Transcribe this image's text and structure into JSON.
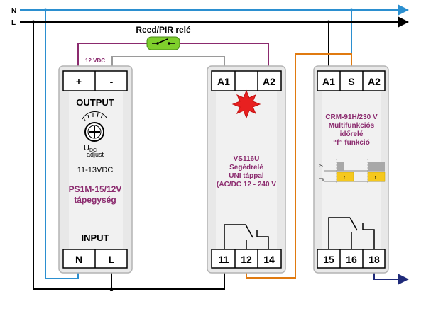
{
  "lines": {
    "neutral": "N",
    "live": "L"
  },
  "colors": {
    "blue_wire": "#2b8fd0",
    "black_wire": "#000000",
    "gray_wire": "#9a9a9a",
    "purple_wire": "#8b2a6e",
    "orange_wire": "#e07a10",
    "dark_blue_wire": "#1f2a7a",
    "module_fill": "#e9e9e9",
    "led": "#e82020",
    "switch_green": "#7fcf2c",
    "label_purple": "#8b2a6e"
  },
  "reed": {
    "label": "Reed/PIR relé"
  },
  "supply_voltage_label": "12 VDC",
  "psu": {
    "terminals_top": [
      "+",
      "-"
    ],
    "output_label": "OUTPUT",
    "adjust_u": "U",
    "adjust_sub": "DC",
    "adjust_word": "adjust",
    "voltage_range": "11-13VDC",
    "model": "PS1M-15/12V",
    "type": "tápegység",
    "input_label": "INPUT",
    "terminals_bottom": [
      "N",
      "L"
    ]
  },
  "vs": {
    "terminals_top": [
      "A1",
      "",
      "A2"
    ],
    "model": "VS116U",
    "line1": "Segédrelé",
    "line2": "UNI táppal",
    "line3": "(AC/DC 12 - 240 V",
    "terminals_bottom": [
      "11",
      "12",
      "14"
    ]
  },
  "crm": {
    "terminals_top": [
      "A1",
      "S",
      "A2"
    ],
    "model": "CRM-91H/230 V",
    "line1": "Multifunkciós",
    "line2": "időrelé",
    "line3": "“f” funkció",
    "timing_s": "S",
    "timing_t": "t",
    "terminals_bottom": [
      "15",
      "16",
      "18"
    ]
  }
}
